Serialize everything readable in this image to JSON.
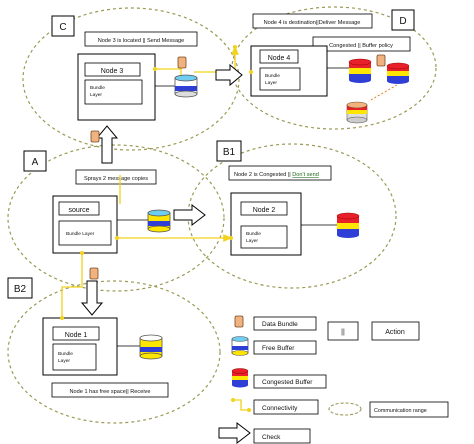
{
  "zones": {
    "A": "A",
    "B1": "B1",
    "B2": "B2",
    "C": "C",
    "D": "D"
  },
  "nodes": {
    "source": {
      "title": "source",
      "layer": "Bundle Layer"
    },
    "node2": {
      "title": "Node 2",
      "layer_line1": "Bundle",
      "layer_line2": "Layer"
    },
    "node3": {
      "title": "Node 3",
      "layer_line1": "Bundle",
      "layer_line2": "Layer"
    },
    "node4": {
      "title": "Node 4",
      "layer_line1": "Bundle",
      "layer_line2": "Layer"
    },
    "node1": {
      "title": "Node 1",
      "layer_line1": "Bundle",
      "layer_line2": "Layer"
    }
  },
  "captions": {
    "node3_located": "Node 3 is located || Send Message",
    "node4_destination": "Node 4 is destination||Deliver Message",
    "congested_policy": "Congested || Buffer policy",
    "sprays": "Sprays 2 message copies",
    "node2_congested_prefix": "Node 2 is Congested || ",
    "node2_congested_action": "Don't send",
    "node1_free": "Node 1 has free space|| Receive"
  },
  "legend": {
    "data_bundle": "Data Bundle",
    "action_symbol": "||",
    "action": "Action",
    "free_buffer": "Free Buffer",
    "congested_buffer": "Congested Buffer",
    "connectivity": "Connectivity",
    "communication_range": "Communication  range",
    "check": "Check"
  },
  "colors": {
    "range": "#9a9a55",
    "link": "#f2d21a",
    "bundle": "#f0b27f",
    "red": "#e8202a",
    "yellow": "#ffe600",
    "blue": "#2f3fd6",
    "cyan": "#6fcdf0"
  }
}
